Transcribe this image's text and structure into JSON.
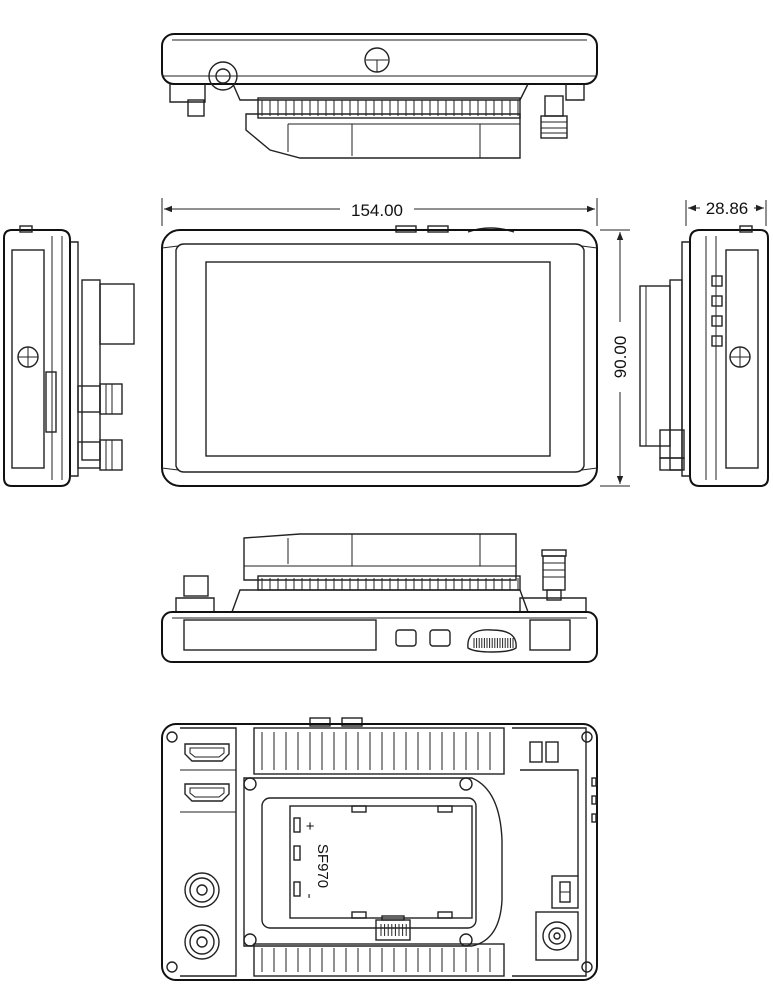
{
  "dimensions": {
    "width": "154.00",
    "height": "90.00",
    "depth": "28.86"
  },
  "battery": {
    "model": "SF970",
    "plus": "+",
    "minus": "-"
  },
  "colors": {
    "line": "#222222",
    "background": "#ffffff"
  }
}
